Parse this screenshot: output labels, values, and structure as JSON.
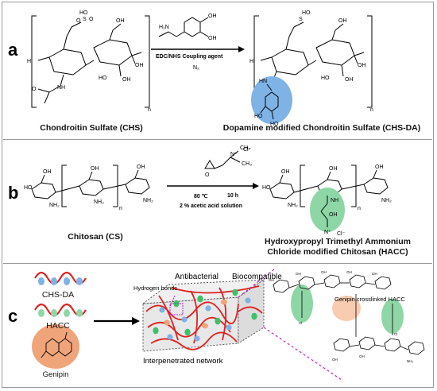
{
  "panels": {
    "a": {
      "letter": "a",
      "reactant": "Chondroitin Sulfate (CHS)",
      "reagent": "EDC/NHS Coupling agent",
      "condition": "N₂",
      "product": "Dopamine modified Chondroitin Sulfate (CHS-DA)"
    },
    "b": {
      "letter": "b",
      "reactant": "Chitosan (CS)",
      "condition_temp": "80 ℃",
      "condition_time": "10 h",
      "condition_solvent": "2 % acetic acid solution",
      "product_line1": "Hydroxypropyl Trimethyl Ammonium",
      "product_line2": "Chloride modified Chitosan (HACC)"
    },
    "c": {
      "letter": "c",
      "component1": "CHS-DA",
      "component2": "HACC",
      "component3": "Genipin",
      "network_label": "Interpenetrated network",
      "property1": "Antibacterial",
      "property2": "Biocompatible",
      "hbond_label": "Hydrogen bonds",
      "crosslink_label": "Genipin crosslinked HACC"
    }
  },
  "colors": {
    "blue_highlight": "#7fb2e5",
    "green_highlight": "#8ed6a6",
    "orange_highlight": "#f0a47a",
    "red_chain": "#e02222",
    "magenta_dash": "#c020c0"
  }
}
